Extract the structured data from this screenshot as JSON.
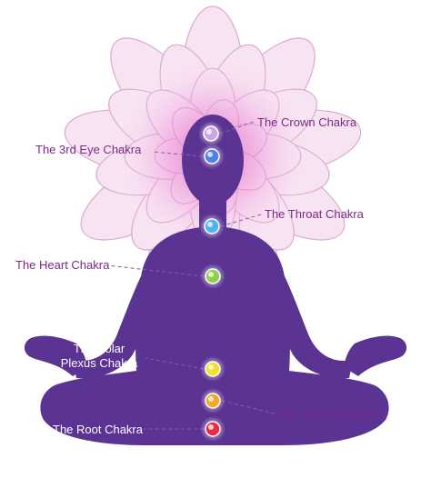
{
  "colors": {
    "figure": "#5b3393",
    "label_dark": "#7b2a86",
    "label_light": "#ffffff",
    "lotus_petal": "#f7e4f2",
    "lotus_edge": "#dba9d2",
    "glow": "#e35bc4"
  },
  "chakras": [
    {
      "name": "The Crown Chakra",
      "color": "#c9a6e6"
    },
    {
      "name": "The 3rd Eye Chakra",
      "color": "#4f7fe8"
    },
    {
      "name": "The Throat Chakra",
      "color": "#4fb3ef"
    },
    {
      "name": "The Heart Chakra",
      "color": "#8fd14f"
    },
    {
      "name": "The Solar Plexus Chakra",
      "color": "#f5dd2c"
    },
    {
      "name": "The Sacral Chakra",
      "color": "#f7a72a"
    },
    {
      "name": "The Root Chakra",
      "color": "#ea2c49"
    }
  ]
}
